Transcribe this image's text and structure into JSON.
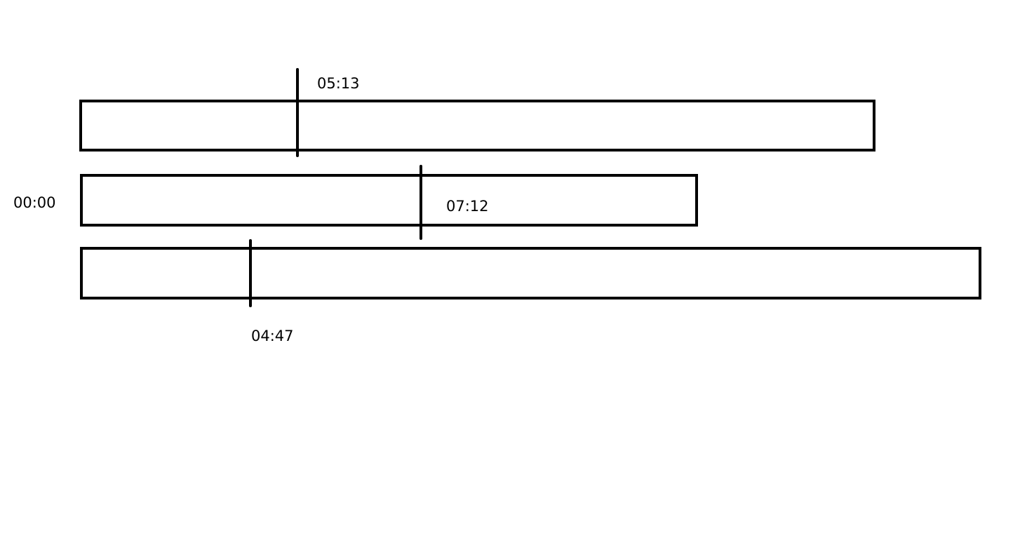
{
  "timeline": {
    "origin_label": "00:00",
    "tracks": [
      {
        "marker_label": "05:13"
      },
      {
        "marker_label": "07:12"
      },
      {
        "marker_label": "04:47"
      }
    ],
    "stroke_color": "#000000",
    "background_color": "#ffffff"
  }
}
